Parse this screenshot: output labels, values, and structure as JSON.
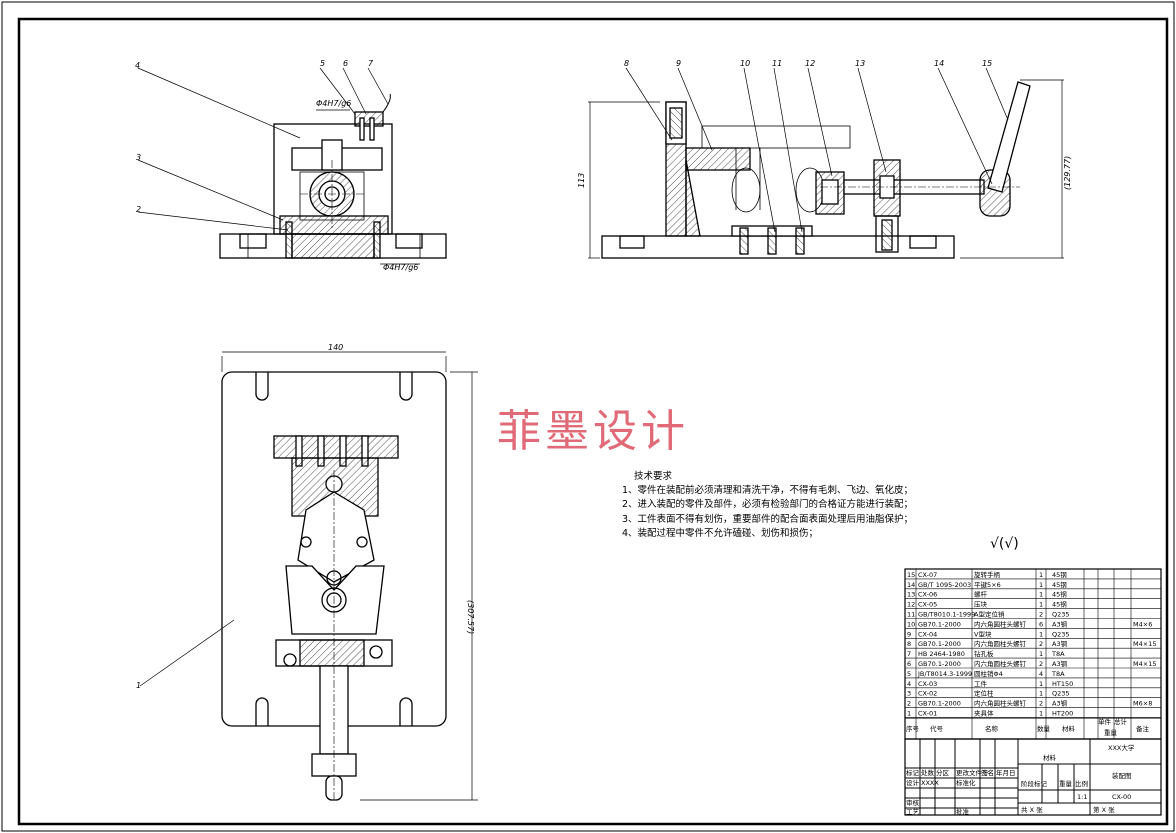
{
  "watermark": "菲墨设计",
  "tech_requirements": {
    "title": "技术要求",
    "items": [
      "1、零件在装配前必须清理和清洗干净，不得有毛刺、飞边、氧化皮；",
      "2、进入装配的零件及部件，必须有检验部门的合格证方能进行装配；",
      "3、工件表面不得有划伤，重要部件的配合面表面处理后用油脂保护；",
      "4、装配过程中零件不允许磕碰、划伤和损伤；"
    ]
  },
  "roughness_symbol": "√(√)",
  "dimensions": {
    "fit_top": "Φ4H7/g6",
    "fit_bottom": "Φ4H7/g6",
    "height_side": "113",
    "height_total": "(129.77)",
    "width_plan": "140",
    "length_plan": "(307.57)"
  },
  "part_labels_front": [
    "4",
    "5",
    "6",
    "7",
    "3",
    "2"
  ],
  "part_labels_side": [
    "8",
    "9",
    "10",
    "11",
    "12",
    "13",
    "14",
    "15"
  ],
  "part_label_plan": "1",
  "bom": [
    {
      "no": "15",
      "code": "CX-07",
      "name": "旋转手柄",
      "qty": "1",
      "material": "45钢",
      "remark": ""
    },
    {
      "no": "14",
      "code": "GB/T 1095-2003",
      "name": "平键5×6",
      "qty": "1",
      "material": "45钢",
      "remark": ""
    },
    {
      "no": "13",
      "code": "CX-06",
      "name": "螺杆",
      "qty": "1",
      "material": "45钢",
      "remark": ""
    },
    {
      "no": "12",
      "code": "CX-05",
      "name": "压块",
      "qty": "1",
      "material": "45钢",
      "remark": ""
    },
    {
      "no": "11",
      "code": "GB/T8010.1-1999",
      "name": "A型定位销",
      "qty": "2",
      "material": "Q235",
      "remark": ""
    },
    {
      "no": "10",
      "code": "GB70.1-2000",
      "name": "内六角圆柱头螺钉",
      "qty": "6",
      "material": "A3钢",
      "remark": "M4×6"
    },
    {
      "no": "9",
      "code": "CX-04",
      "name": "V型块",
      "qty": "1",
      "material": "Q235",
      "remark": ""
    },
    {
      "no": "8",
      "code": "GB70.1-2000",
      "name": "内六角圆柱头螺钉",
      "qty": "2",
      "material": "A3钢",
      "remark": "M4×15"
    },
    {
      "no": "7",
      "code": "HB 2464-1980",
      "name": "钻孔板",
      "qty": "1",
      "material": "T8A",
      "remark": ""
    },
    {
      "no": "6",
      "code": "GB70.1-2000",
      "name": "内六角圆柱头螺钉",
      "qty": "2",
      "material": "A3钢",
      "remark": "M4×15"
    },
    {
      "no": "5",
      "code": "JB/T8014.3-1999",
      "name": "圆柱销Φ4",
      "qty": "4",
      "material": "T8A",
      "remark": ""
    },
    {
      "no": "4",
      "code": "CX-03",
      "name": "工件",
      "qty": "1",
      "material": "HT150",
      "remark": ""
    },
    {
      "no": "3",
      "code": "CX-02",
      "name": "定位柱",
      "qty": "1",
      "material": "Q235",
      "remark": ""
    },
    {
      "no": "2",
      "code": "GB70.1-2000",
      "name": "内六角圆柱头螺钉",
      "qty": "2",
      "material": "A3钢",
      "remark": "M6×8"
    },
    {
      "no": "1",
      "code": "CX-01",
      "name": "夹具体",
      "qty": "1",
      "material": "HT200",
      "remark": ""
    }
  ],
  "bom_header": [
    "序号",
    "代号",
    "名称",
    "数量",
    "材料",
    "单件",
    "总计",
    "备注"
  ],
  "bom_header_sub": "重量",
  "title_block": {
    "company": "XXX大学",
    "drawing_name": "装配图",
    "drawing_no": "CX-00",
    "scale": "1:1",
    "stage_label": "阶段标记",
    "weight_label": "重量",
    "scale_label": "比例",
    "sheet_total": "共 X 张",
    "sheet_no": "第 X 张",
    "material_mark": "材料",
    "designer_label": "设计",
    "designer": "XXXX",
    "check_label": "审核",
    "process_label": "工艺",
    "approve_label": "批准",
    "std_label": "标准化",
    "mark_label": "标记",
    "count_label": "处数",
    "zone_label": "分区",
    "change_label": "更改文件号",
    "sign_label": "签名",
    "date_label": "年月日"
  }
}
